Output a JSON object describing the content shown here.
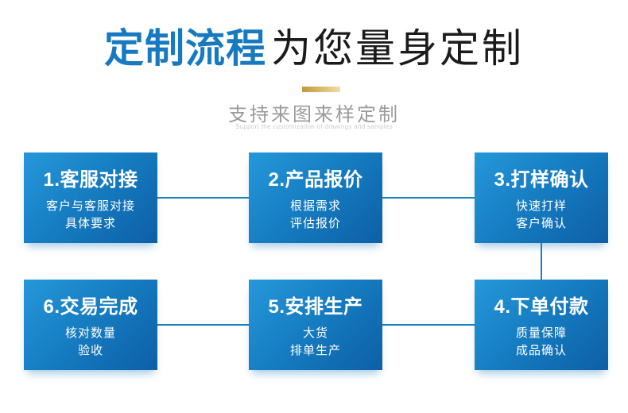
{
  "header": {
    "title_highlight": "定制流程",
    "title_rest": "为您量身定制",
    "subtitle": "支持来图来样定制",
    "subtitle_en": "Support the customization of drawings and samples"
  },
  "colors": {
    "title_blue": "#177ac1",
    "title_dark": "#1b1b1b",
    "subtitle_gray": "#9b9b9b",
    "box_gradient_top": "#2598da",
    "box_gradient_bottom": "#0e5fa6",
    "connector_blue": "#1e7fc4",
    "gold_bar_start": "#c49838",
    "gold_bar_end": "#efddaa",
    "box_text": "#ffffff"
  },
  "flow": {
    "boxes": [
      {
        "title": "1.客服对接",
        "line1": "客户与客服对接",
        "line2": "具体要求"
      },
      {
        "title": "2.产品报价",
        "line1": "根据需求",
        "line2": "评估报价"
      },
      {
        "title": "3.打样确认",
        "line1": "快速打样",
        "line2": "客户确认"
      },
      {
        "title": "4.下单付款",
        "line1": "质量保障",
        "line2": "成品确认"
      },
      {
        "title": "5.安排生产",
        "line1": "大货",
        "line2": "排单生产"
      },
      {
        "title": "6.交易完成",
        "line1": "核对数量",
        "line2": "验收"
      }
    ]
  }
}
